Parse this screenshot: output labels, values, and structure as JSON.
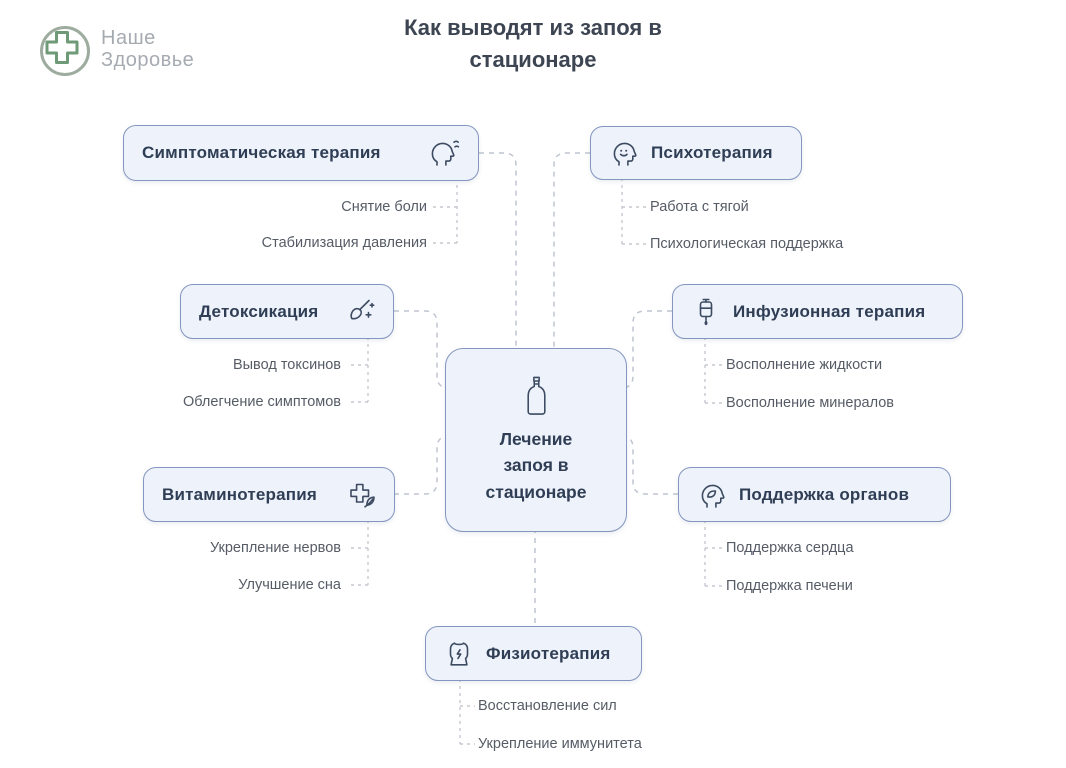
{
  "brand": {
    "name_line1": "Наше",
    "name_line2": "Здоровье",
    "logo_icon": "medical-cross-logo",
    "logo_green": "#6f9a77"
  },
  "title": {
    "line1": "Как выводят из запоя в",
    "line2": "стационаре"
  },
  "center": {
    "icon": "champagne-bottle-icon",
    "lines": [
      "Лечение",
      "запоя в",
      "стационаре"
    ]
  },
  "nodes": [
    {
      "label": "Симптоматическая терапия",
      "icon": "headache-head-icon",
      "items": [
        "Снятие боли",
        "Стабилизация давления"
      ]
    },
    {
      "label": "Психотерапия",
      "icon": "smiling-head-icon",
      "items": [
        "Работа с тягой",
        "Психологическая поддержка"
      ]
    },
    {
      "label": "Детоксикация",
      "icon": "broom-sparkles-icon",
      "items": [
        "Вывод токсинов",
        "Облегчение симптомов"
      ]
    },
    {
      "label": "Инфузионная терапия",
      "icon": "iv-drip-icon",
      "items": [
        "Восполнение жидкости",
        "Восполнение минералов"
      ]
    },
    {
      "label": "Витаминотерапия",
      "icon": "cross-leaf-icon",
      "items": [
        "Укрепление нервов",
        "Улучшение сна"
      ]
    },
    {
      "label": "Поддержка органов",
      "icon": "head-leaf-icon",
      "items": [
        "Поддержка сердца",
        "Поддержка печени"
      ]
    },
    {
      "label": "Физиотерапия",
      "icon": "torso-therapy-icon",
      "items": [
        "Восстановление сил",
        "Укрепление иммунитета"
      ]
    }
  ],
  "colors": {
    "box_bg": "#eef2fa",
    "box_border": "#8495bf",
    "heading_text": "#2f3e55",
    "sub_text": "#565c66",
    "connector": "#bfc5d1",
    "title_text": "#3d4553"
  }
}
